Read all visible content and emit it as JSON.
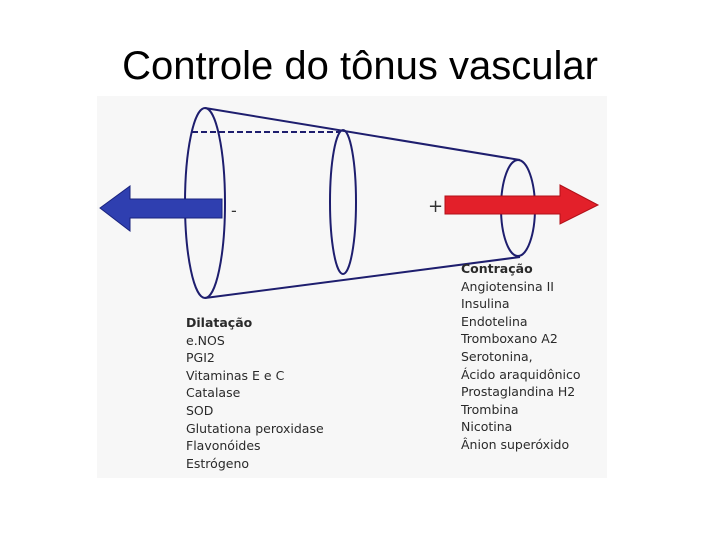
{
  "title": "Controle do tônus vascular",
  "diagram": {
    "minus_sign": "-",
    "plus_sign": "+",
    "arrow_left_color": "#2f3fb0",
    "arrow_right_color": "#e3202a"
  },
  "dilatacao": {
    "header": "Dilatação",
    "items": [
      "e.NOS",
      "PGI2",
      "Vitaminas E e C",
      "Catalase",
      "SOD",
      "Glutationa peroxidase",
      "Flavonóides",
      "Estrógeno"
    ]
  },
  "contracao": {
    "header": "Contração",
    "items": [
      "Angiotensina II",
      "Insulina",
      "Endotelina",
      "Tromboxano A2",
      "Serotonina,",
      "Ácido araquidônico",
      "Prostaglandina H2",
      "Trombina",
      "Nicotina",
      "Ânion superóxido"
    ]
  }
}
